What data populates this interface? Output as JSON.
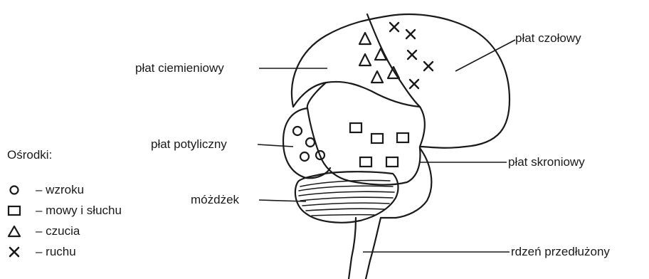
{
  "labels": {
    "parietal": "płat ciemieniowy",
    "frontal": "płat czołowy",
    "occipital": "płat potyliczny",
    "temporal": "płat skroniowy",
    "cerebellum": "móżdżek",
    "medulla": "rdzeń przedłużony"
  },
  "legend": {
    "title": "Ośrodki:",
    "items": [
      {
        "icon": "circle-icon",
        "label": "– wzroku"
      },
      {
        "icon": "square-icon",
        "label": "– mowy i słuchu"
      },
      {
        "icon": "triangle-icon",
        "label": "– czucia"
      },
      {
        "icon": "cross-icon",
        "label": "– ruchu"
      }
    ]
  },
  "colors": {
    "ink": "#1a1a1a",
    "background": "#ffffff"
  }
}
